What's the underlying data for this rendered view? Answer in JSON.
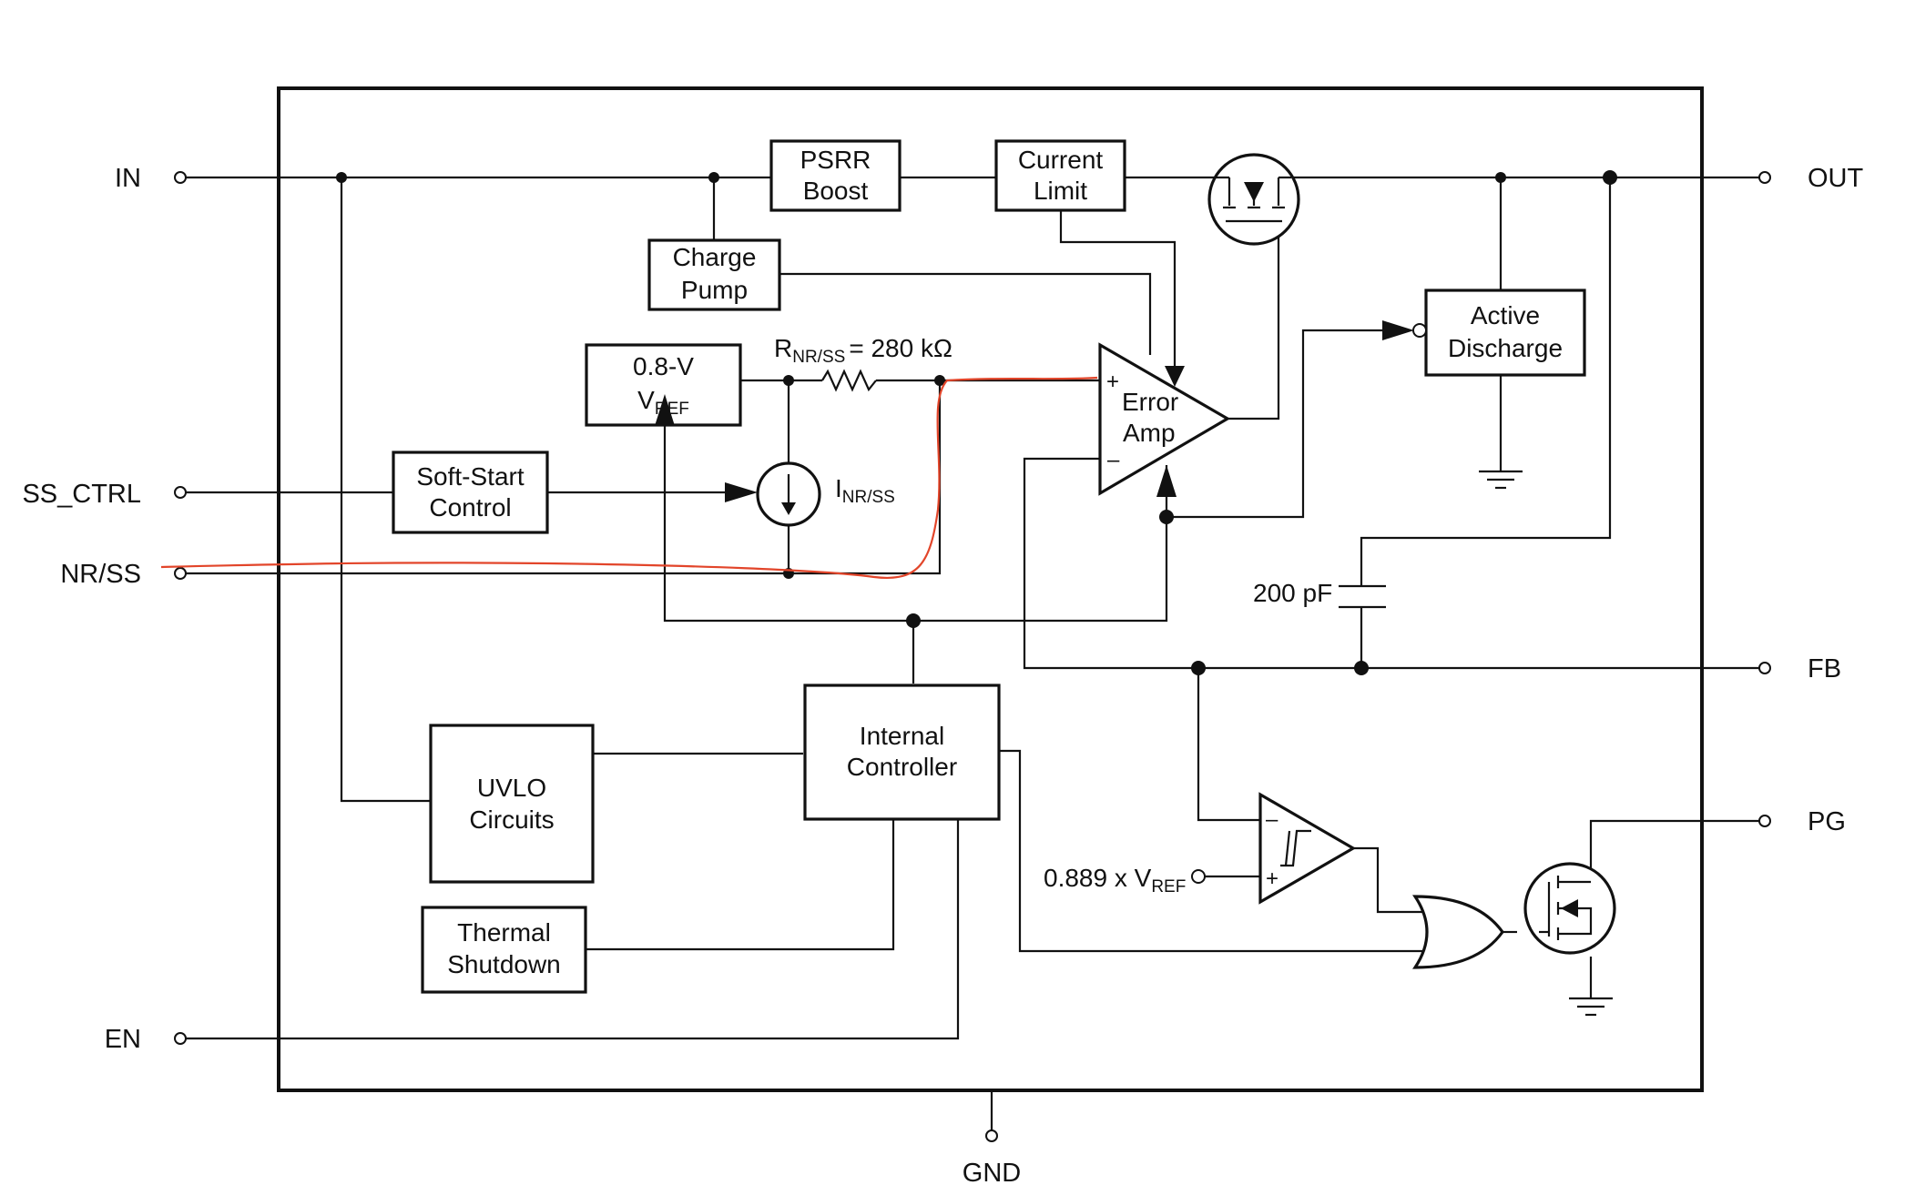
{
  "pins": {
    "in": "IN",
    "ss_ctrl": "SS_CTRL",
    "nr_ss": "NR/SS",
    "en": "EN",
    "out": "OUT",
    "fb": "FB",
    "pg": "PG",
    "gnd": "GND"
  },
  "blocks": {
    "psrr_line1": "PSRR",
    "psrr_line2": "Boost",
    "current_limit_line1": "Current",
    "current_limit_line2": "Limit",
    "charge_pump_line1": "Charge",
    "charge_pump_line2": "Pump",
    "vref_line1": "0.8-V",
    "vref_main": "V",
    "vref_sub": "REF",
    "soft_start_line1": "Soft-Start",
    "soft_start_line2": "Control",
    "active_discharge_line1": "Active",
    "active_discharge_line2": "Discharge",
    "error_amp_line1": "Error",
    "error_amp_line2": "Amp",
    "internal_controller_line1": "Internal",
    "internal_controller_line2": "Controller",
    "uvlo_line1": "UVLO",
    "uvlo_line2": "Circuits",
    "thermal_line1": "Thermal",
    "thermal_line2": "Shutdown"
  },
  "labels": {
    "rnrss_main": "R",
    "rnrss_sub": "NR/SS",
    "rnrss_value": "= 280 kΩ",
    "inrss_main": "I",
    "inrss_sub": "NR/SS",
    "cap_value": "200 pF",
    "ref_prefix": "0.889 x V",
    "ref_sub": "REF",
    "plus": "+",
    "minus": "–"
  },
  "colors": {
    "line": "#111111",
    "annotation": "#e2452a"
  }
}
